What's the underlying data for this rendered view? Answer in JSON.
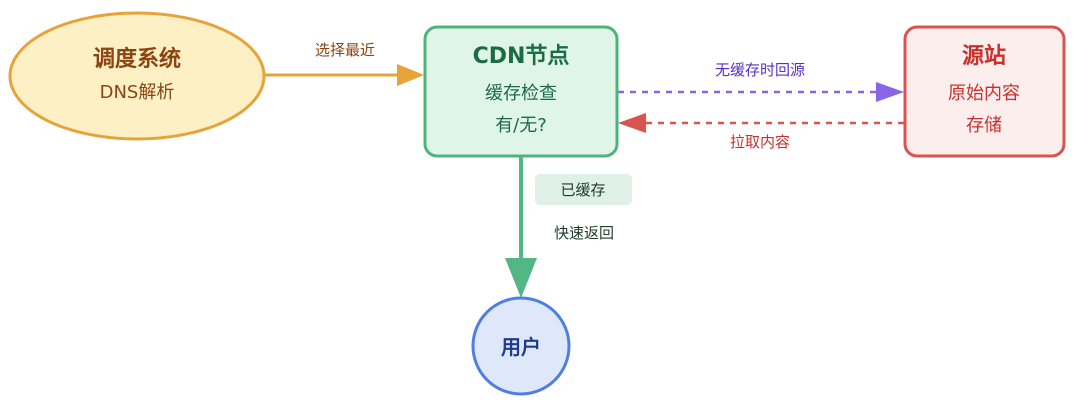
{
  "nodes": {
    "scheduler": {
      "title": "调度系统",
      "subtitle": "DNS解析"
    },
    "cdn": {
      "title": "CDN节点",
      "line1": "缓存检查",
      "line2": "有/无?"
    },
    "origin": {
      "title": "源站",
      "line1": "原始内容",
      "line2": "存储"
    },
    "user": {
      "title": "用户"
    }
  },
  "edges": {
    "select_nearest": {
      "label": "选择最近"
    },
    "no_cache": {
      "label": "无缓存时回源"
    },
    "pull_content": {
      "label": "拉取内容"
    },
    "cached": {
      "badge": "已缓存",
      "label": "快速返回"
    }
  },
  "colors": {
    "scheduler_fill": "#fdf0c4",
    "scheduler_stroke": "#e8a23a",
    "scheduler_text": "#8a4512",
    "cdn_fill": "#dff5e7",
    "cdn_stroke": "#4fb37c",
    "cdn_text": "#1d6b45",
    "origin_fill": "#fdeeee",
    "origin_stroke": "#d9534f",
    "origin_text": "#c9302c",
    "user_fill": "#dfe8fb",
    "user_stroke": "#4f7fe0",
    "user_text": "#1e3c8c",
    "edge_select": "#e8a23a",
    "edge_nocache": "#8a63e8",
    "edge_nocache_text": "#5a2fc4",
    "edge_pull": "#d9534f",
    "edge_cached": "#52b782",
    "badge_fill": "#dff0e6"
  }
}
